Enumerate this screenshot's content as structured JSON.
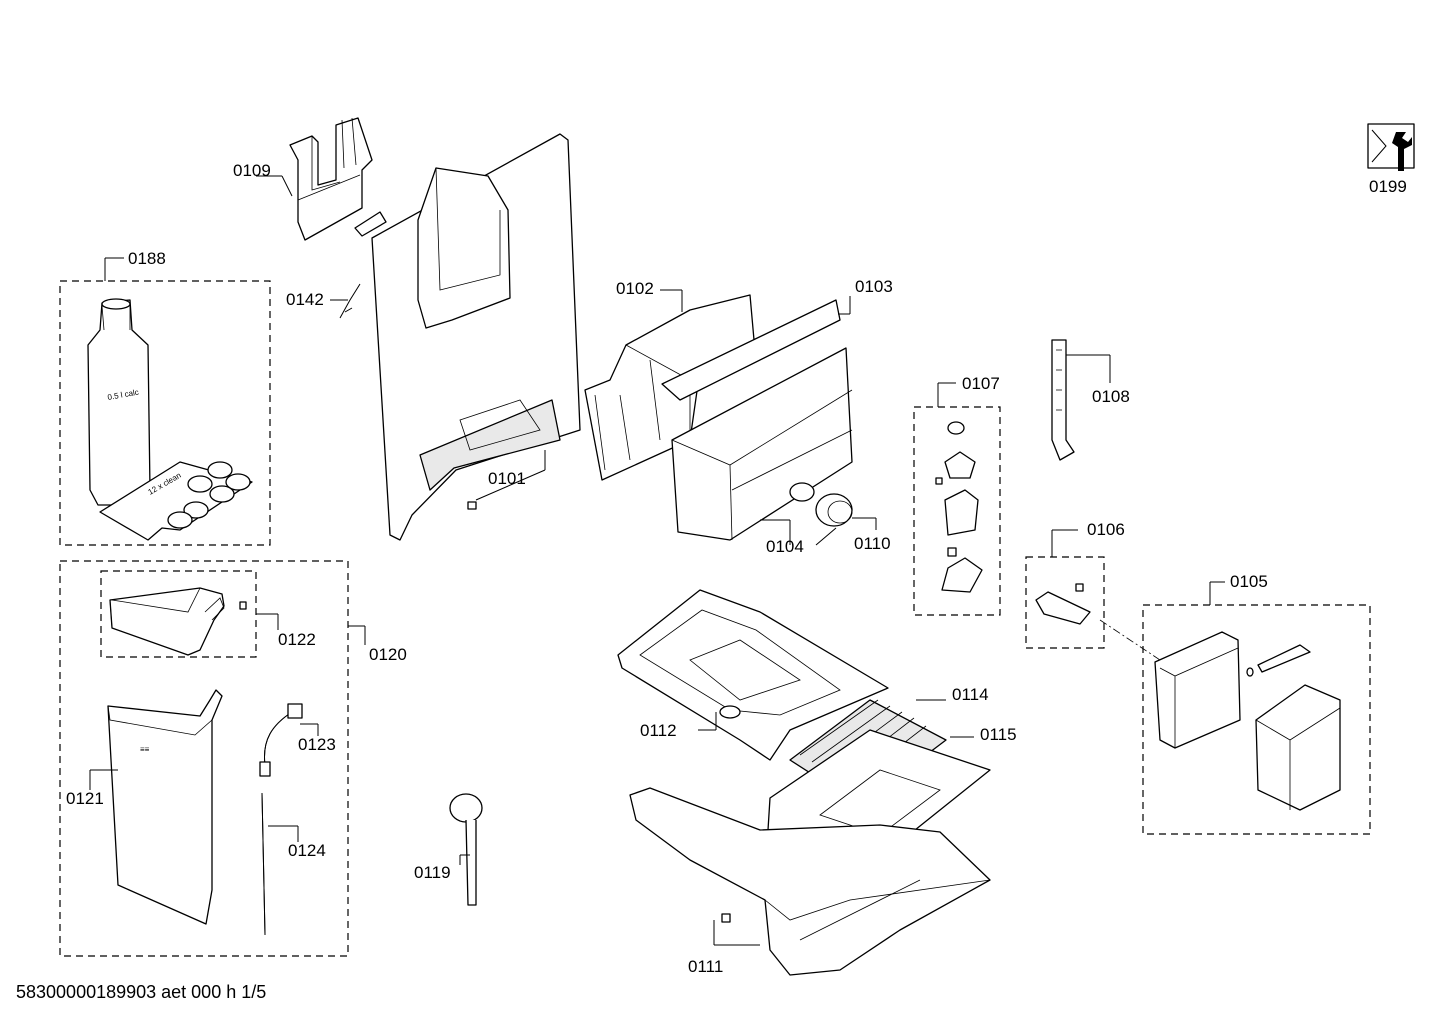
{
  "parts": {
    "p0101": "0101",
    "p0102": "0102",
    "p0103": "0103",
    "p0104": "0104",
    "p0105": "0105",
    "p0106": "0106",
    "p0107": "0107",
    "p0108": "0108",
    "p0109": "0109",
    "p0110": "0110",
    "p0111": "0111",
    "p0112": "0112",
    "p0114": "0114",
    "p0115": "0115",
    "p0119": "0119",
    "p0120": "0120",
    "p0121": "0121",
    "p0122": "0122",
    "p0123": "0123",
    "p0124": "0124",
    "p0142": "0142",
    "p0188": "0188",
    "p0199": "0199"
  },
  "bottle_text": "0.5 l calc",
  "pack_text": "12 x clean",
  "document_id": "58300000189903 aet 000 h 1/5",
  "icons": {
    "service": "wrench-icon"
  }
}
